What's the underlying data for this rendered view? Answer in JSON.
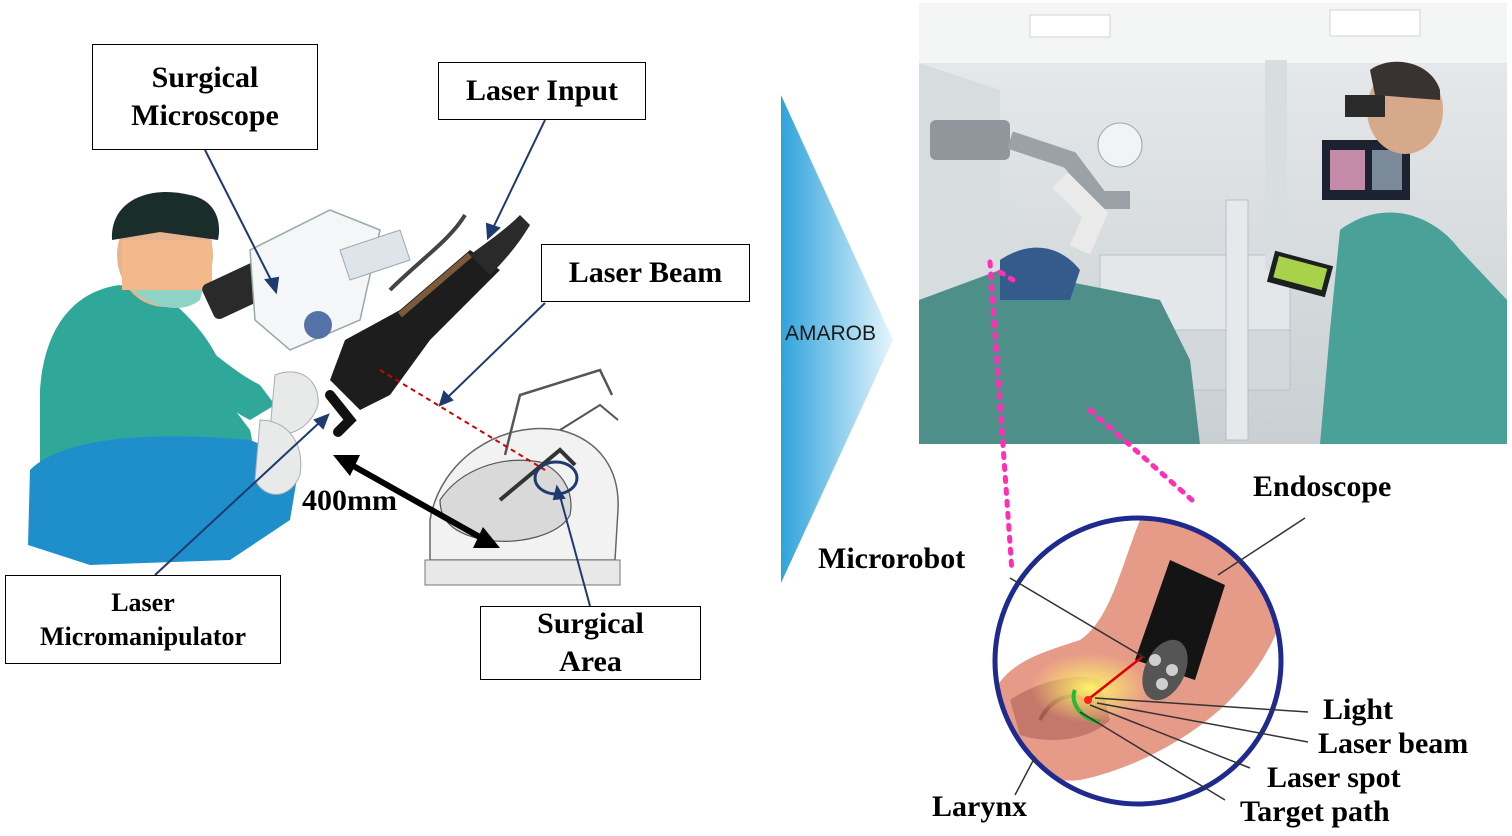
{
  "left_panel": {
    "labels": {
      "surgical_microscope": [
        "Surgical",
        "Microscope"
      ],
      "laser_input": "Laser Input",
      "laser_beam": "Laser Beam",
      "laser_micromanipulator": [
        "Laser",
        "Micromanipulator"
      ],
      "surgical_area": [
        "Surgical",
        "Area"
      ],
      "distance": "400mm"
    }
  },
  "arrow": {
    "label": "AMAROB",
    "colors": {
      "dark": "#2fa3dc",
      "light": "#e6f6fd"
    }
  },
  "right_panel": {
    "labels": {
      "endoscope": "Endoscope",
      "microrobot": "Microrobot",
      "light": "Light",
      "laser_beam": "Laser beam",
      "laser_spot": "Laser spot",
      "target_path": "Target path",
      "larynx": "Larynx"
    }
  },
  "colors": {
    "scrubs": "#2fa89a",
    "magnifier_circle": "#1f2a8f",
    "dotted_connector": "#ff2fb5",
    "laser": "#d40000",
    "tissue": "#e69a88"
  }
}
